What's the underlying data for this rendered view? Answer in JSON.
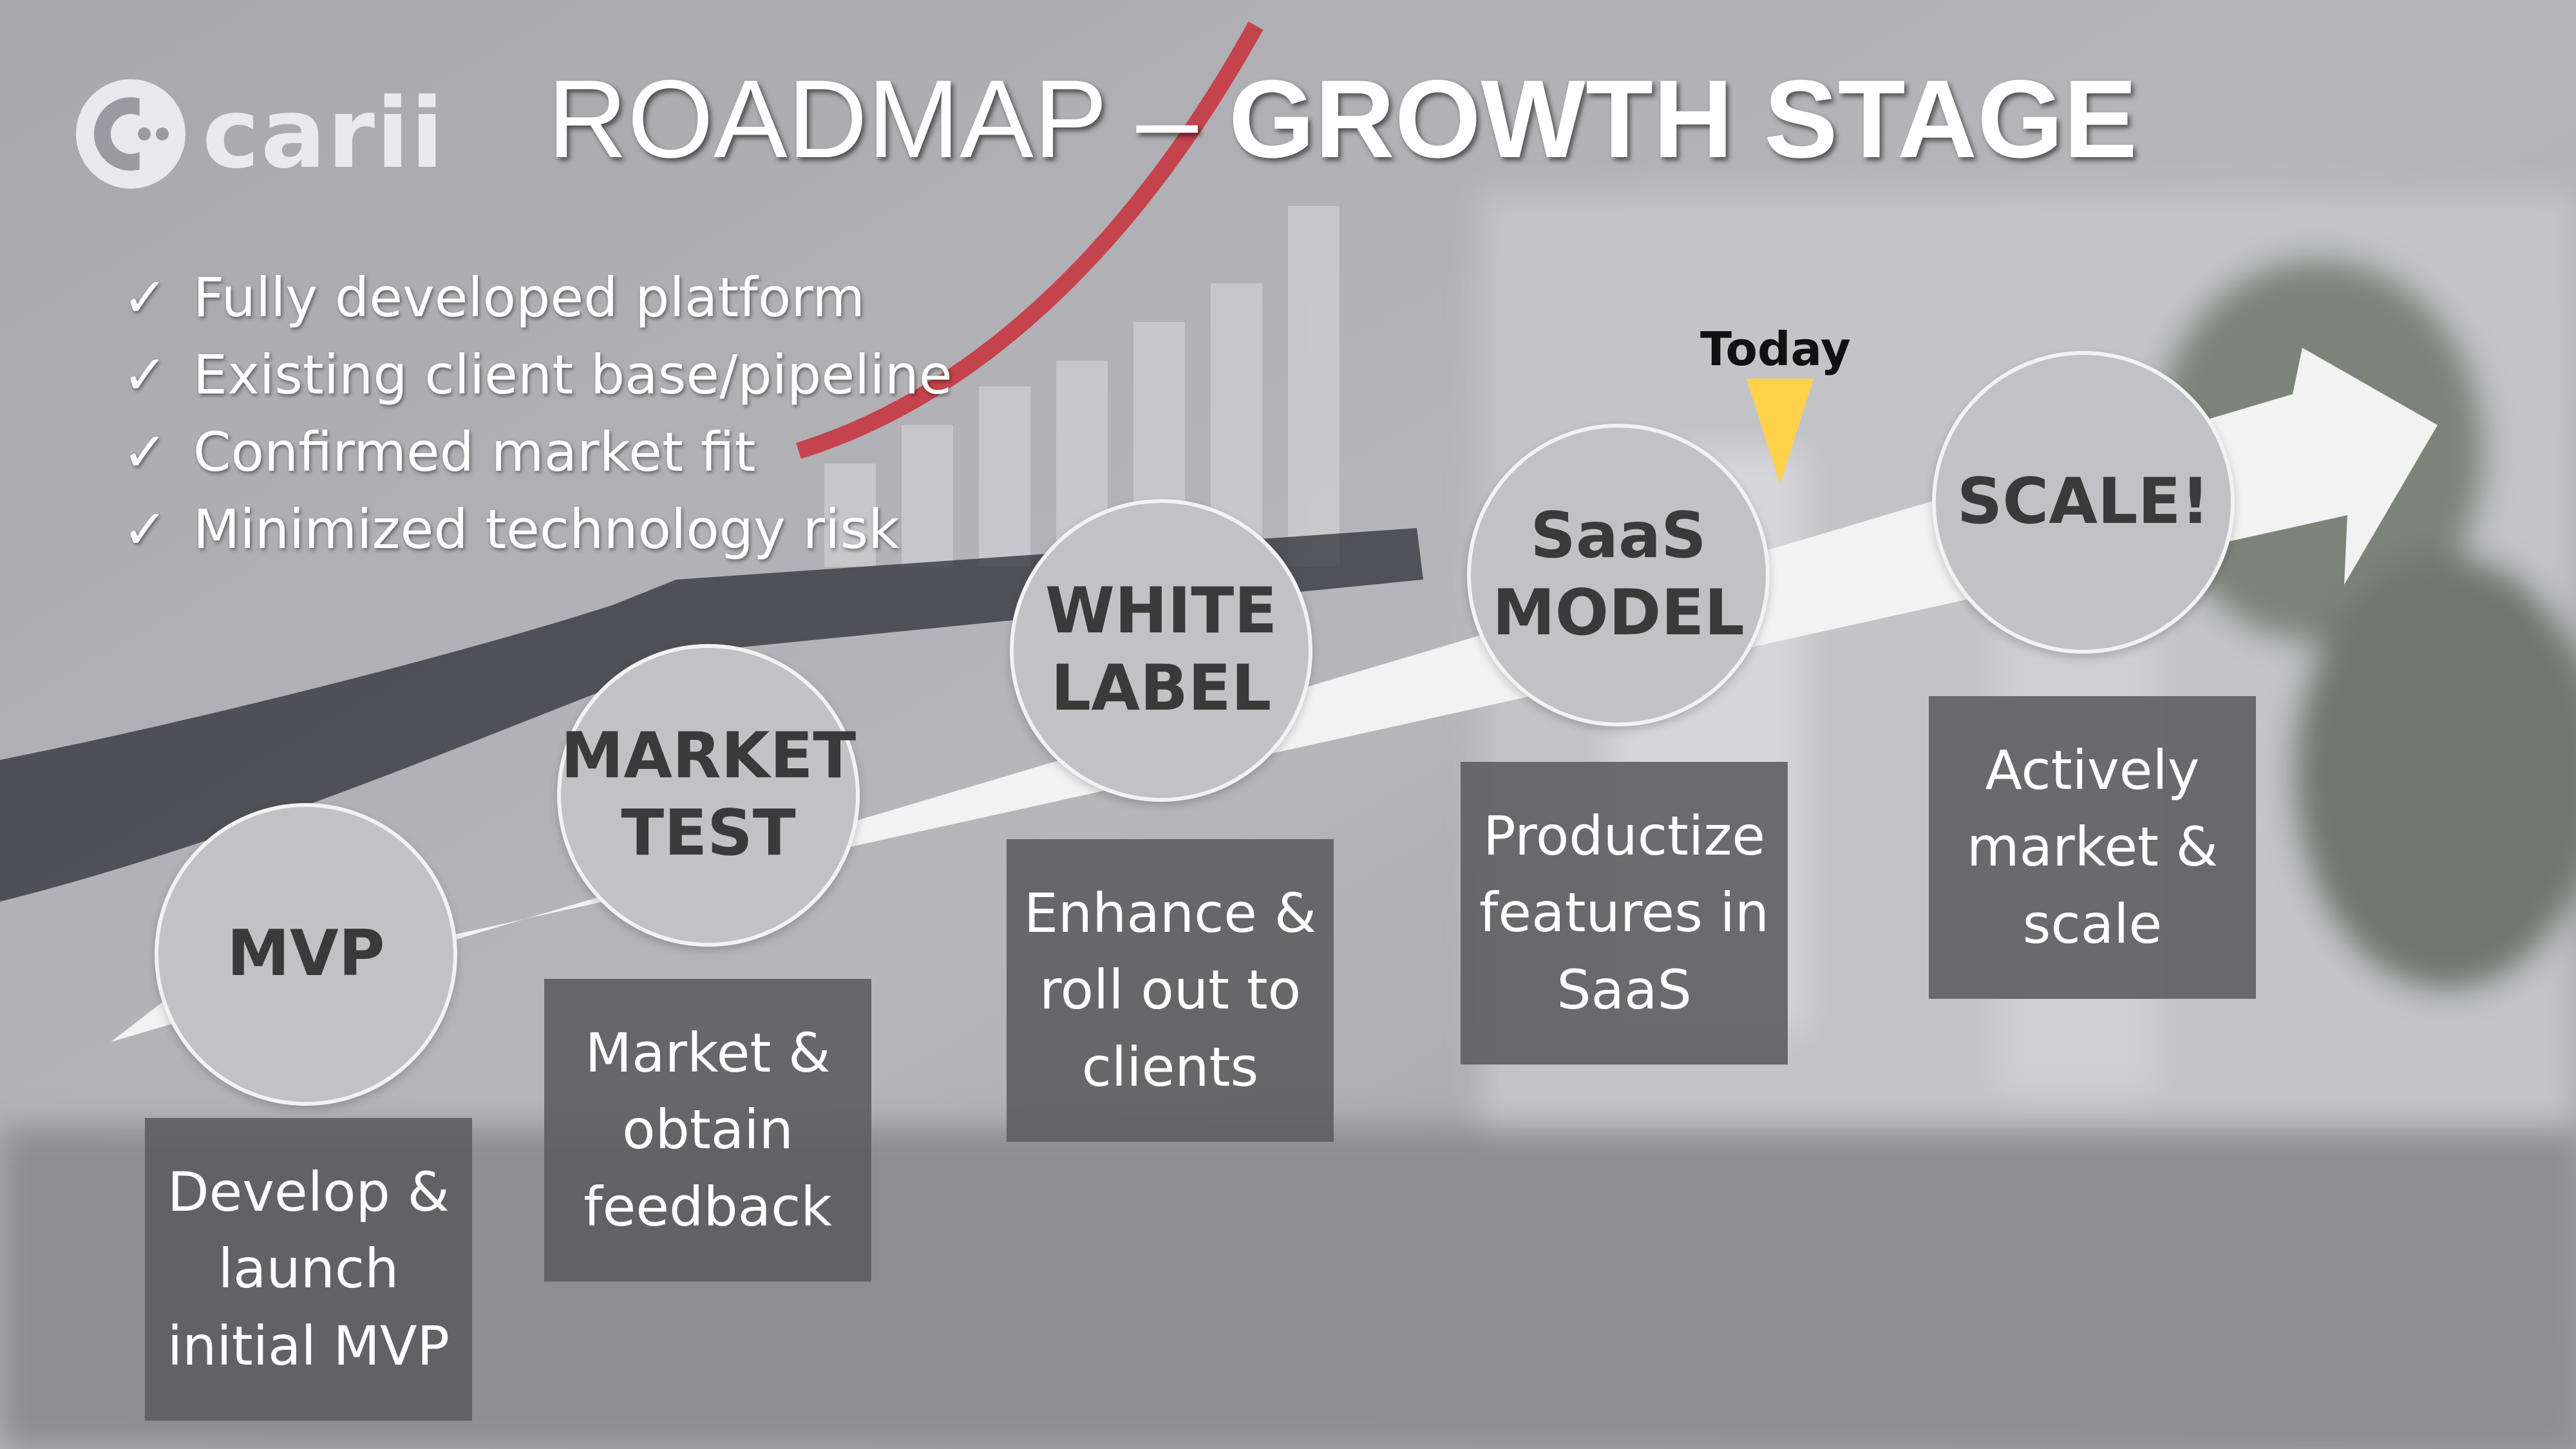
{
  "header": {
    "logo_text": "carii",
    "title_light": "ROADMAP – ",
    "title_bold": "GROWTH STAGE"
  },
  "checklist": [
    "Fully developed platform",
    "Existing client base/pipeline",
    "Confirmed market fit",
    "Minimized technology risk"
  ],
  "today_label": "Today",
  "stages": [
    {
      "name": "MVP",
      "description": "Develop &\nlaunch\ninitial MVP"
    },
    {
      "name": "MARKET\nTEST",
      "description": "Market &\nobtain\nfeedback"
    },
    {
      "name": "WHITE\nLABEL",
      "description": "Enhance &\nroll out to\nclients"
    },
    {
      "name": "SaaS\nMODEL",
      "description": "Productize\nfeatures in\nSaaS"
    },
    {
      "name": "SCALE!",
      "description": "Actively\nmarket &\nscale"
    }
  ],
  "colors": {
    "arrow": "#f2f2f2",
    "circle_fill": "#c2c2c6",
    "description_box": "#5c5c60",
    "today_marker": "#ffd24a",
    "growth_curve": "#c8303a"
  }
}
